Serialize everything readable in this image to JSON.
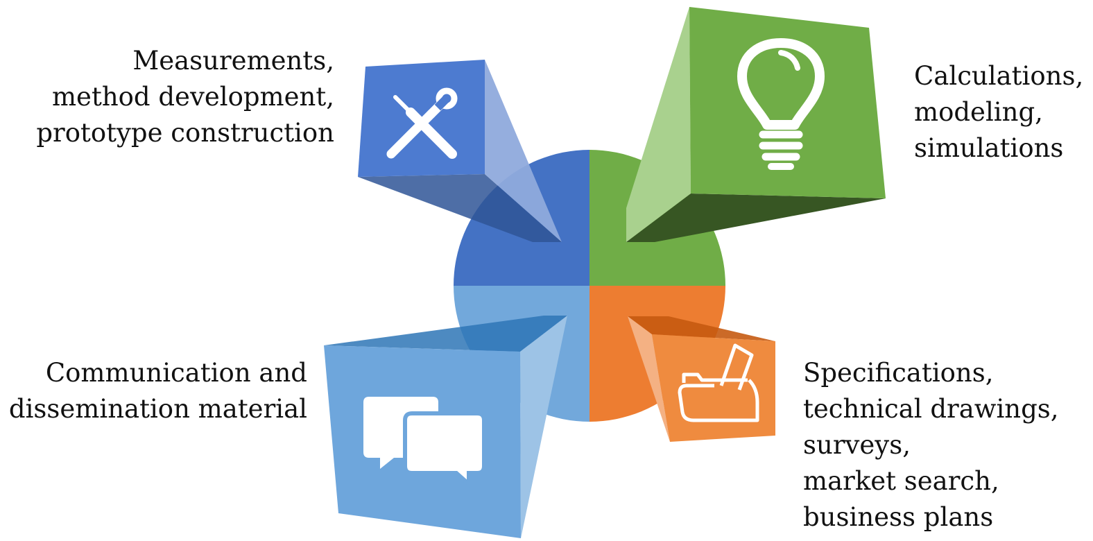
{
  "quadrants": [
    {
      "id": "measurements",
      "icon": "tools-icon",
      "color": "#4472c4",
      "lines": [
        "Measurements,",
        "method development,",
        "prototype construction"
      ]
    },
    {
      "id": "calculations",
      "icon": "lightbulb-icon",
      "color": "#70ad47",
      "lines": [
        "Calculations,",
        "modeling,",
        "simulations"
      ]
    },
    {
      "id": "communication",
      "icon": "speech-bubbles-icon",
      "color": "#72a8db",
      "lines": [
        "Communication and",
        "dissemination material"
      ]
    },
    {
      "id": "specifications",
      "icon": "folder-icon",
      "color": "#ed7d31",
      "lines": [
        "Specifications,",
        "technical drawings,",
        "surveys,",
        "market search,",
        "business plans"
      ]
    }
  ]
}
